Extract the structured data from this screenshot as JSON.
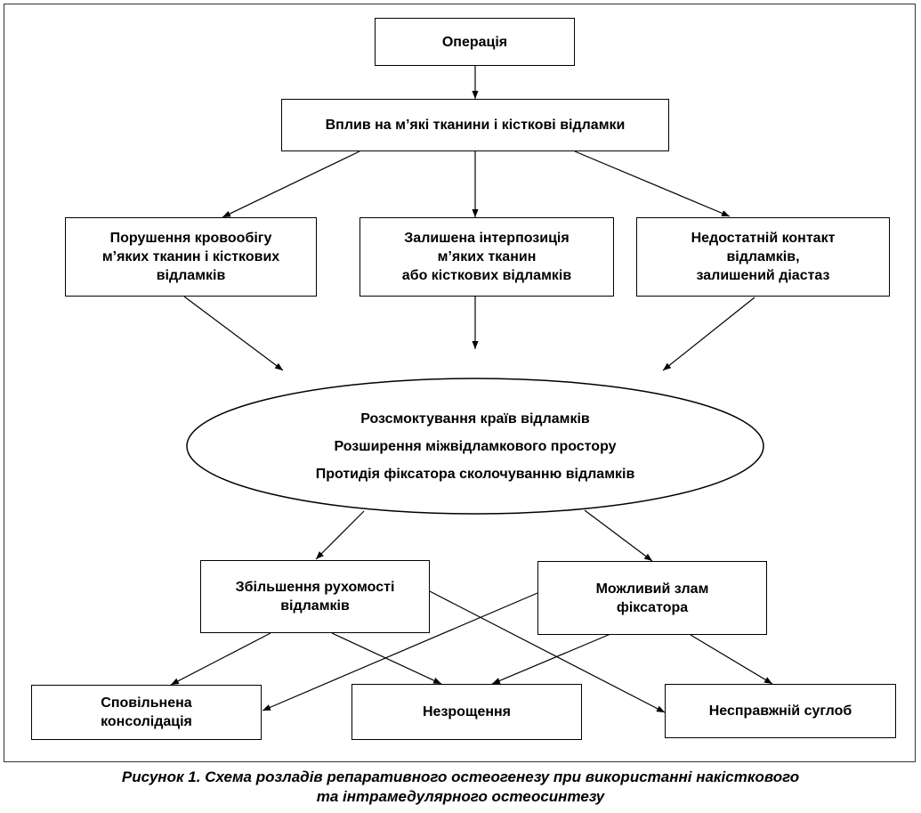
{
  "diagram": {
    "top": "Операція",
    "influence": "Вплив на м’які тканини і кісткові відламки",
    "causes": [
      [
        "Порушення кровообігу",
        "м’яких тканин і кісткових",
        "відламків"
      ],
      [
        "Залишена інтерпозиція",
        "м’яких тканин",
        "або кісткових відламків"
      ],
      [
        "Недостатній контакт",
        "відламків,",
        "залишений діастаз"
      ]
    ],
    "ellipse_lines": [
      "Розсмоктування країв відламків",
      "Розширення міжвідламкового простору",
      "Протидія фіксатора сколочуванню відламків"
    ],
    "effects": [
      [
        "Збільшення рухомості",
        "відламків"
      ],
      [
        "Можливий злам",
        "фіксатора"
      ]
    ],
    "outcomes": [
      [
        "Сповільнена",
        "консолідація"
      ],
      [
        "Незрощення"
      ],
      [
        "Несправжній суглоб"
      ]
    ]
  },
  "caption": {
    "line1": "Рисунок 1. Схема розладів репаративного остеогенезу при використанні накісткового",
    "line2": "та інтрамедулярного остеосинтезу"
  }
}
